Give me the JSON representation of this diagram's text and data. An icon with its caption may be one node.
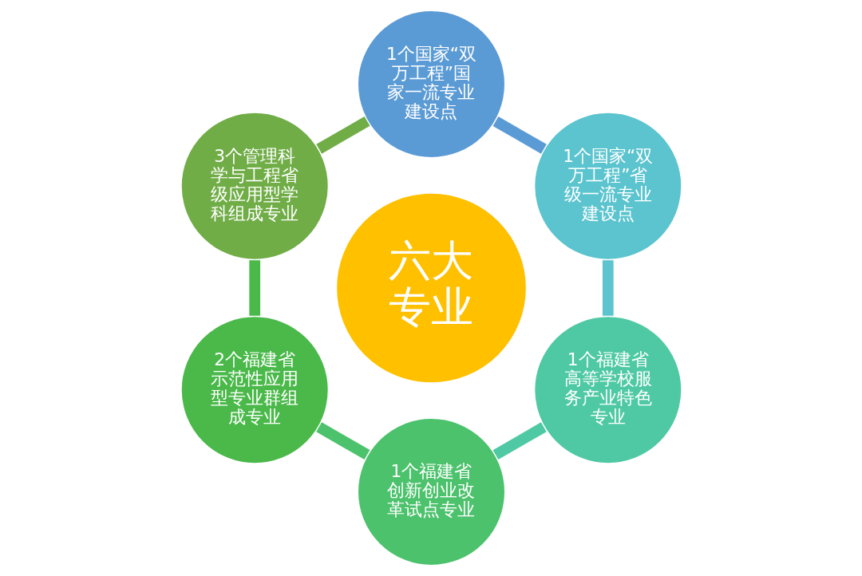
{
  "diagram": {
    "nodes": [
      {
        "text": [
          "六大专业"
        ]
      },
      {
        "text": [
          "1个国家“双万工程”国家一流专业建设点"
        ]
      },
      {
        "text": [
          "1个国家“双万工程”省级一流专业建设点"
        ]
      },
      {
        "text": [
          "1个福建省高等学校服务产业特色专业"
        ]
      },
      {
        "text": [
          "1个福建省创新创业改革试点专业"
        ]
      },
      {
        "text": [
          "2个福建省示范性应用型专业群组成专业"
        ]
      },
      {
        "text": [
          "3个管理科学与工程省级应用型学科组成专业"
        ]
      }
    ],
    "edges": [
      {
        "from": 1,
        "to": 2,
        "arrow": "none",
        "color": "#5b9bd5"
      },
      {
        "from": 2,
        "to": 3,
        "arrow": "none",
        "color": "#5bc4cf"
      },
      {
        "from": 3,
        "to": 4,
        "arrow": "none",
        "color": "#4fc9a4"
      },
      {
        "from": 4,
        "to": 5,
        "arrow": "none",
        "color": "#4cc26c"
      },
      {
        "from": 5,
        "to": 6,
        "arrow": "none",
        "color": "#4ab94a"
      },
      {
        "from": 6,
        "to": 1,
        "arrow": "none",
        "color": "#70ad47"
      }
    ]
  }
}
